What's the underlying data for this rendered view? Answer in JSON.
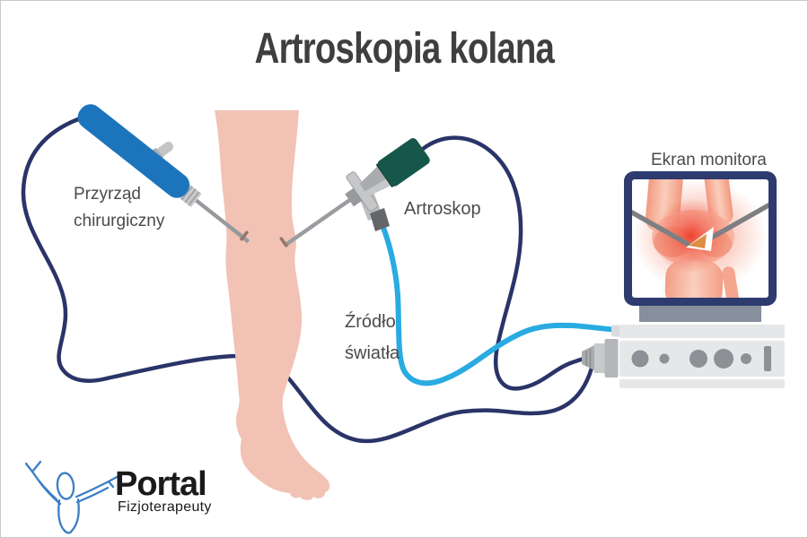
{
  "title": "Artroskopia kolana",
  "labels": {
    "surgical_instrument": "Przyrząd chirurgiczny",
    "arthroscope": "Artroskop",
    "light_source": "Źródło światła",
    "monitor": "Ekran monitora"
  },
  "logo": {
    "name": "Portal",
    "subtitle": "Fizjoterapeuty"
  },
  "colors": {
    "title_text": "#3F3F41",
    "label_text": "#4B4B4D",
    "cable_navy": "#2A3468",
    "light_cable_blue": "#29ABE2",
    "instrument_blue": "#1C75BC",
    "arthroscope_teal": "#16564B",
    "skin": "#F2C2B5",
    "monitor_frame": "#2D3B6E",
    "monitor_stand_gray": "#878E9C",
    "console_gray": "#E6E7E8",
    "console_knob_gray": "#8E9096",
    "screen_bone_salmon": "#F2997F",
    "screen_glow_red": "#EE3D2C",
    "instrument_metal_gray": "#97999D",
    "logo_blue": "#3B7FC4",
    "logo_text": "#1A1A1A"
  },
  "icons": {
    "logo_figure": "person-arms-raised-icon"
  }
}
